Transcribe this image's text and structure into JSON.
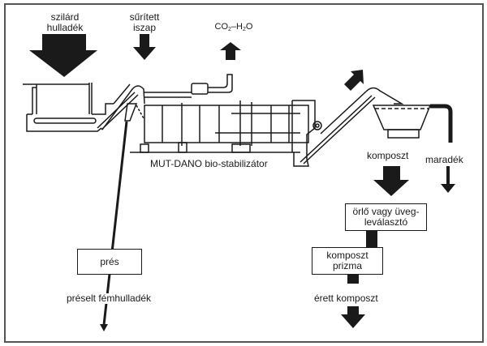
{
  "diagram": {
    "title": "MUT-DANO bio-stabilizátor process flow",
    "inputs": {
      "solid_waste": {
        "line1": "szilárd",
        "line2": "hulladék"
      },
      "sludge": {
        "line1": "sűrített",
        "line2": "iszap"
      }
    },
    "emission": {
      "co": "CO",
      "sub1": "2",
      "dash": "–H",
      "sub2": "2",
      "o": "O"
    },
    "machine_label": "MUT-DANO bio-stabilizátor",
    "outputs": {
      "compost": "komposzt",
      "residue": "maradék",
      "pressed_metal": "préselt fémhulladék",
      "mature_compost": "érett komposzt"
    },
    "boxes": {
      "press": "prés",
      "grinder": {
        "line1": "örlő vagy üveg-",
        "line2": "leválasztó"
      },
      "prism": {
        "line1": "komposzt",
        "line2": "prizma"
      }
    },
    "colors": {
      "ink": "#1a1a1a",
      "frame": "#555555",
      "background": "#ffffff"
    }
  }
}
